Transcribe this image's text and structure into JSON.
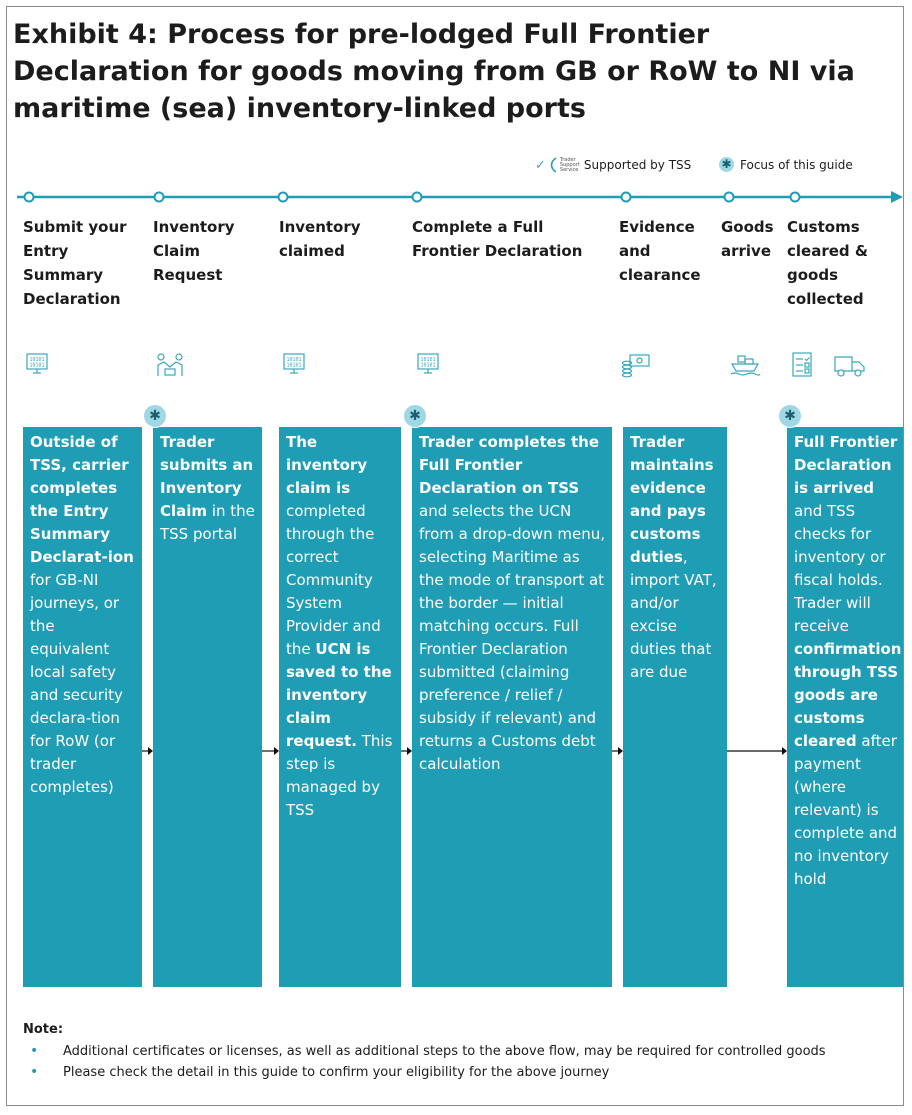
{
  "title": "Exhibit 4: Process for pre-lodged Full Frontier Declaration for goods moving from GB or RoW to NI via maritime (sea) inventory-linked ports",
  "legend": {
    "tss_logo_text": "Trader Support Service",
    "tss_label": "Supported by TSS",
    "focus_label": "Focus of this guide"
  },
  "colors": {
    "accent": "#1f9db5",
    "focus": "#9fd8e4",
    "timeline": "#1f9db5"
  },
  "steps": [
    {
      "title": "Submit your Entry Summary Declaration",
      "icon": "computer-binary-icon"
    },
    {
      "title": "Inventory Claim Request",
      "icon": "people-handshake-icon"
    },
    {
      "title": "Inventory claimed",
      "icon": "computer-binary-icon"
    },
    {
      "title": "Complete a Full Frontier Declaration",
      "icon": "computer-binary-icon"
    },
    {
      "title": "Evidence and clearance",
      "icon": "money-coins-icon"
    },
    {
      "title": "Goods arrive",
      "icon": "cargo-ship-icon"
    },
    {
      "title": "Customs cleared & goods collected",
      "icon": "checklist-truck-icon"
    }
  ],
  "boxes": [
    {
      "focus": false,
      "parts": [
        {
          "b": true,
          "t": "Outside of TSS, carrier completes the Entry Summary Declarat-ion"
        },
        {
          "b": false,
          "t": " for GB-NI journeys, or the equivalent local safety and security declara-tion for RoW (or trader completes)"
        }
      ]
    },
    {
      "focus": true,
      "parts": [
        {
          "b": true,
          "t": "Trader submits an Inventory Claim"
        },
        {
          "b": false,
          "t": " in the TSS portal"
        }
      ]
    },
    {
      "focus": false,
      "parts": [
        {
          "b": true,
          "t": "The inventory claim is"
        },
        {
          "b": false,
          "t": " completed through the correct Community System Provider and the "
        },
        {
          "b": true,
          "t": "UCN is saved to the inventory claim request."
        },
        {
          "b": false,
          "t": " This step is managed by TSS"
        }
      ]
    },
    {
      "focus": true,
      "parts": [
        {
          "b": true,
          "t": "Trader completes the Full Frontier Declaration on TSS"
        },
        {
          "b": false,
          "t": " and selects the UCN from a drop-down menu, selecting Maritime as the mode of transport at the border — initial matching occurs. Full Frontier Declaration submitted (claiming preference / relief / subsidy if relevant) and returns a Customs debt calculation"
        }
      ]
    },
    {
      "focus": false,
      "parts": [
        {
          "b": true,
          "t": "Trader maintains evidence and pays customs duties"
        },
        {
          "b": false,
          "t": ", import VAT, and/or excise duties that are due"
        }
      ]
    },
    {
      "focus": true,
      "parts": [
        {
          "b": true,
          "t": "Full Frontier Declaration is arrived"
        },
        {
          "b": false,
          "t": " and TSS checks for inventory or fiscal holds. Trader will receive "
        },
        {
          "b": true,
          "t": "confirmation through TSS goods are customs cleared"
        },
        {
          "b": false,
          "t": " after payment (where relevant) is complete and no inventory hold"
        }
      ]
    }
  ],
  "note": {
    "title": "Note:",
    "items": [
      "Additional certificates or licenses, as well as additional steps to the above flow, may be required for controlled goods",
      "Please check the detail in this guide to confirm your eligibility for the above journey"
    ]
  }
}
